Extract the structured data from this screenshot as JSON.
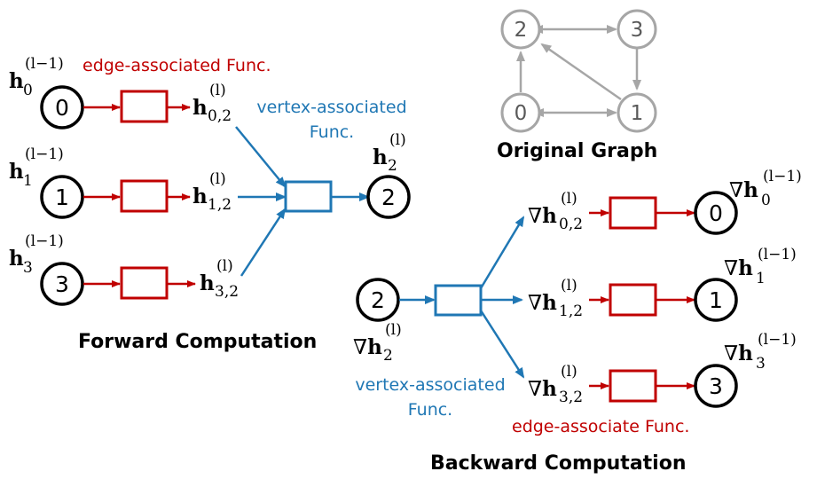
{
  "graph": {
    "title": "Original Graph",
    "nodes": [
      {
        "id": "0",
        "label": "0"
      },
      {
        "id": "1",
        "label": "1"
      },
      {
        "id": "2",
        "label": "2"
      },
      {
        "id": "3",
        "label": "3"
      }
    ],
    "edges": [
      {
        "from": "2",
        "to": "3",
        "bidirectional": true
      },
      {
        "from": "3",
        "to": "1"
      },
      {
        "from": "1",
        "to": "2"
      },
      {
        "from": "0",
        "to": "2"
      },
      {
        "from": "0",
        "to": "1",
        "bidirectional": true
      }
    ]
  },
  "forward": {
    "title": "Forward Computation",
    "edge_func_label": "edge-associated Func.",
    "vertex_func_label": "vertex-associated Func.",
    "inputs": [
      {
        "node": "0",
        "h_base": "h",
        "h_sub": "0",
        "h_sup": "(l−1)",
        "msg_base": "h",
        "msg_sub": "0,2",
        "msg_sup": "(l)"
      },
      {
        "node": "1",
        "h_base": "h",
        "h_sub": "1",
        "h_sup": "(l−1)",
        "msg_base": "h",
        "msg_sub": "1,2",
        "msg_sup": "(l)"
      },
      {
        "node": "3",
        "h_base": "h",
        "h_sub": "3",
        "h_sup": "(l−1)",
        "msg_base": "h",
        "msg_sub": "3,2",
        "msg_sup": "(l)"
      }
    ],
    "output": {
      "node": "2",
      "h_base": "h",
      "h_sub": "2",
      "h_sup": "(l)"
    }
  },
  "backward": {
    "title": "Backward Computation",
    "edge_func_label": "edge-associate Func.",
    "vertex_func_label": "vertex-associated Func.",
    "input": {
      "node": "2",
      "nabla": "∇",
      "h_base": "h",
      "h_sub": "2",
      "h_sup": "(l)"
    },
    "outputs": [
      {
        "node": "0",
        "nabla": "∇",
        "msg_sub": "0,2",
        "msg_sup": "(l)",
        "h_sub": "0",
        "h_sup": "(l−1)"
      },
      {
        "node": "1",
        "nabla": "∇",
        "msg_sub": "1,2",
        "msg_sup": "(l)",
        "h_sub": "1",
        "h_sup": "(l−1)"
      },
      {
        "node": "3",
        "nabla": "∇",
        "msg_sub": "3,2",
        "msg_sup": "(l)",
        "h_sub": "3",
        "h_sup": "(l−1)"
      }
    ]
  },
  "colors": {
    "edge_func": "#c00000",
    "vertex_func": "#1f77b4",
    "graph": "#a6a6a6",
    "node": "#000000"
  }
}
